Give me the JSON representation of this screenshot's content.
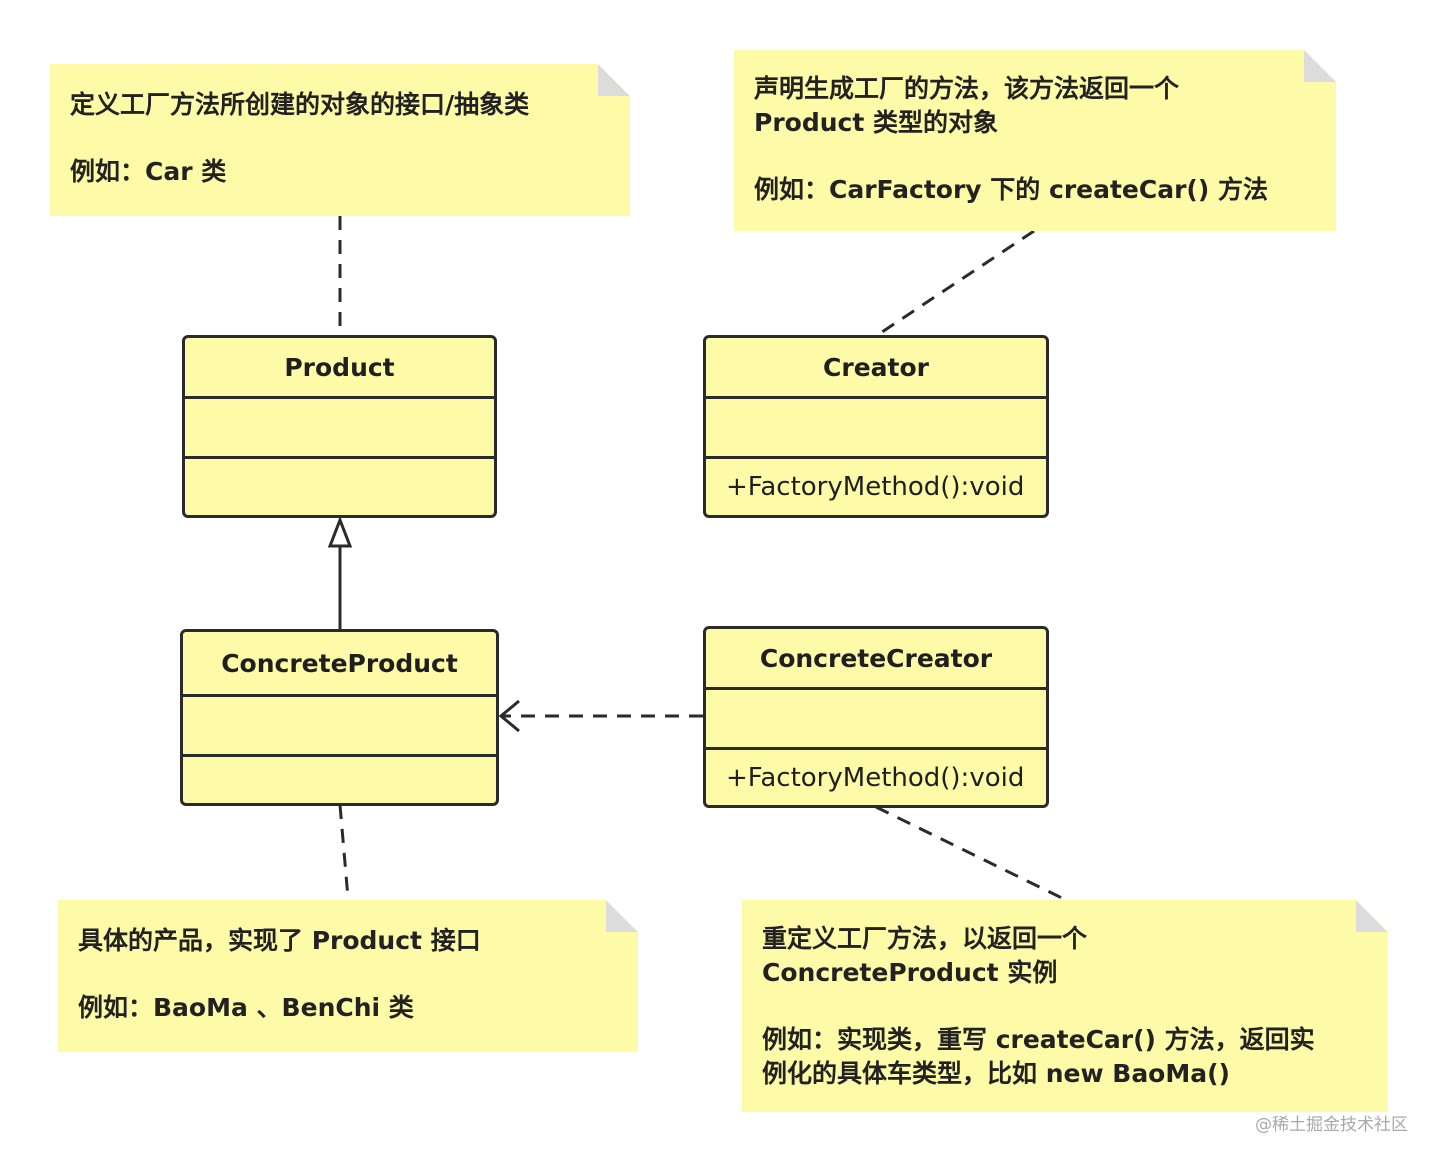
{
  "notes": {
    "product": {
      "line1": "定义工厂方法所创建的对象的接口/抽象类",
      "line2": "例如：Car 类"
    },
    "creator": {
      "line1": "声明生成工厂的方法，该方法返回一个\nProduct 类型的对象",
      "line2": "例如：CarFactory 下的 createCar() 方法"
    },
    "concrete_product": {
      "line1": "具体的产品，实现了 Product 接口",
      "line2": "例如：BaoMa 、BenChi 类"
    },
    "concrete_creator": {
      "line1": "重定义工厂方法，以返回一个\nConcreteProduct 实例",
      "line2": "例如：实现类，重写  createCar() 方法，返回实\n例化的具体车类型，比如 new BaoMa()"
    }
  },
  "classes": {
    "product": {
      "name": "Product"
    },
    "creator": {
      "name": "Creator",
      "operation": "+FactoryMethod():void"
    },
    "concrete_product": {
      "name": "ConcreteProduct"
    },
    "concrete_creator": {
      "name": "ConcreteCreator",
      "operation": "+FactoryMethod():void"
    }
  },
  "watermark": "@稀土掘金技术社区",
  "colors": {
    "note_fill": "#fdfaa8",
    "class_fill": "#fdfaa8",
    "line": "#2b2b2b"
  }
}
